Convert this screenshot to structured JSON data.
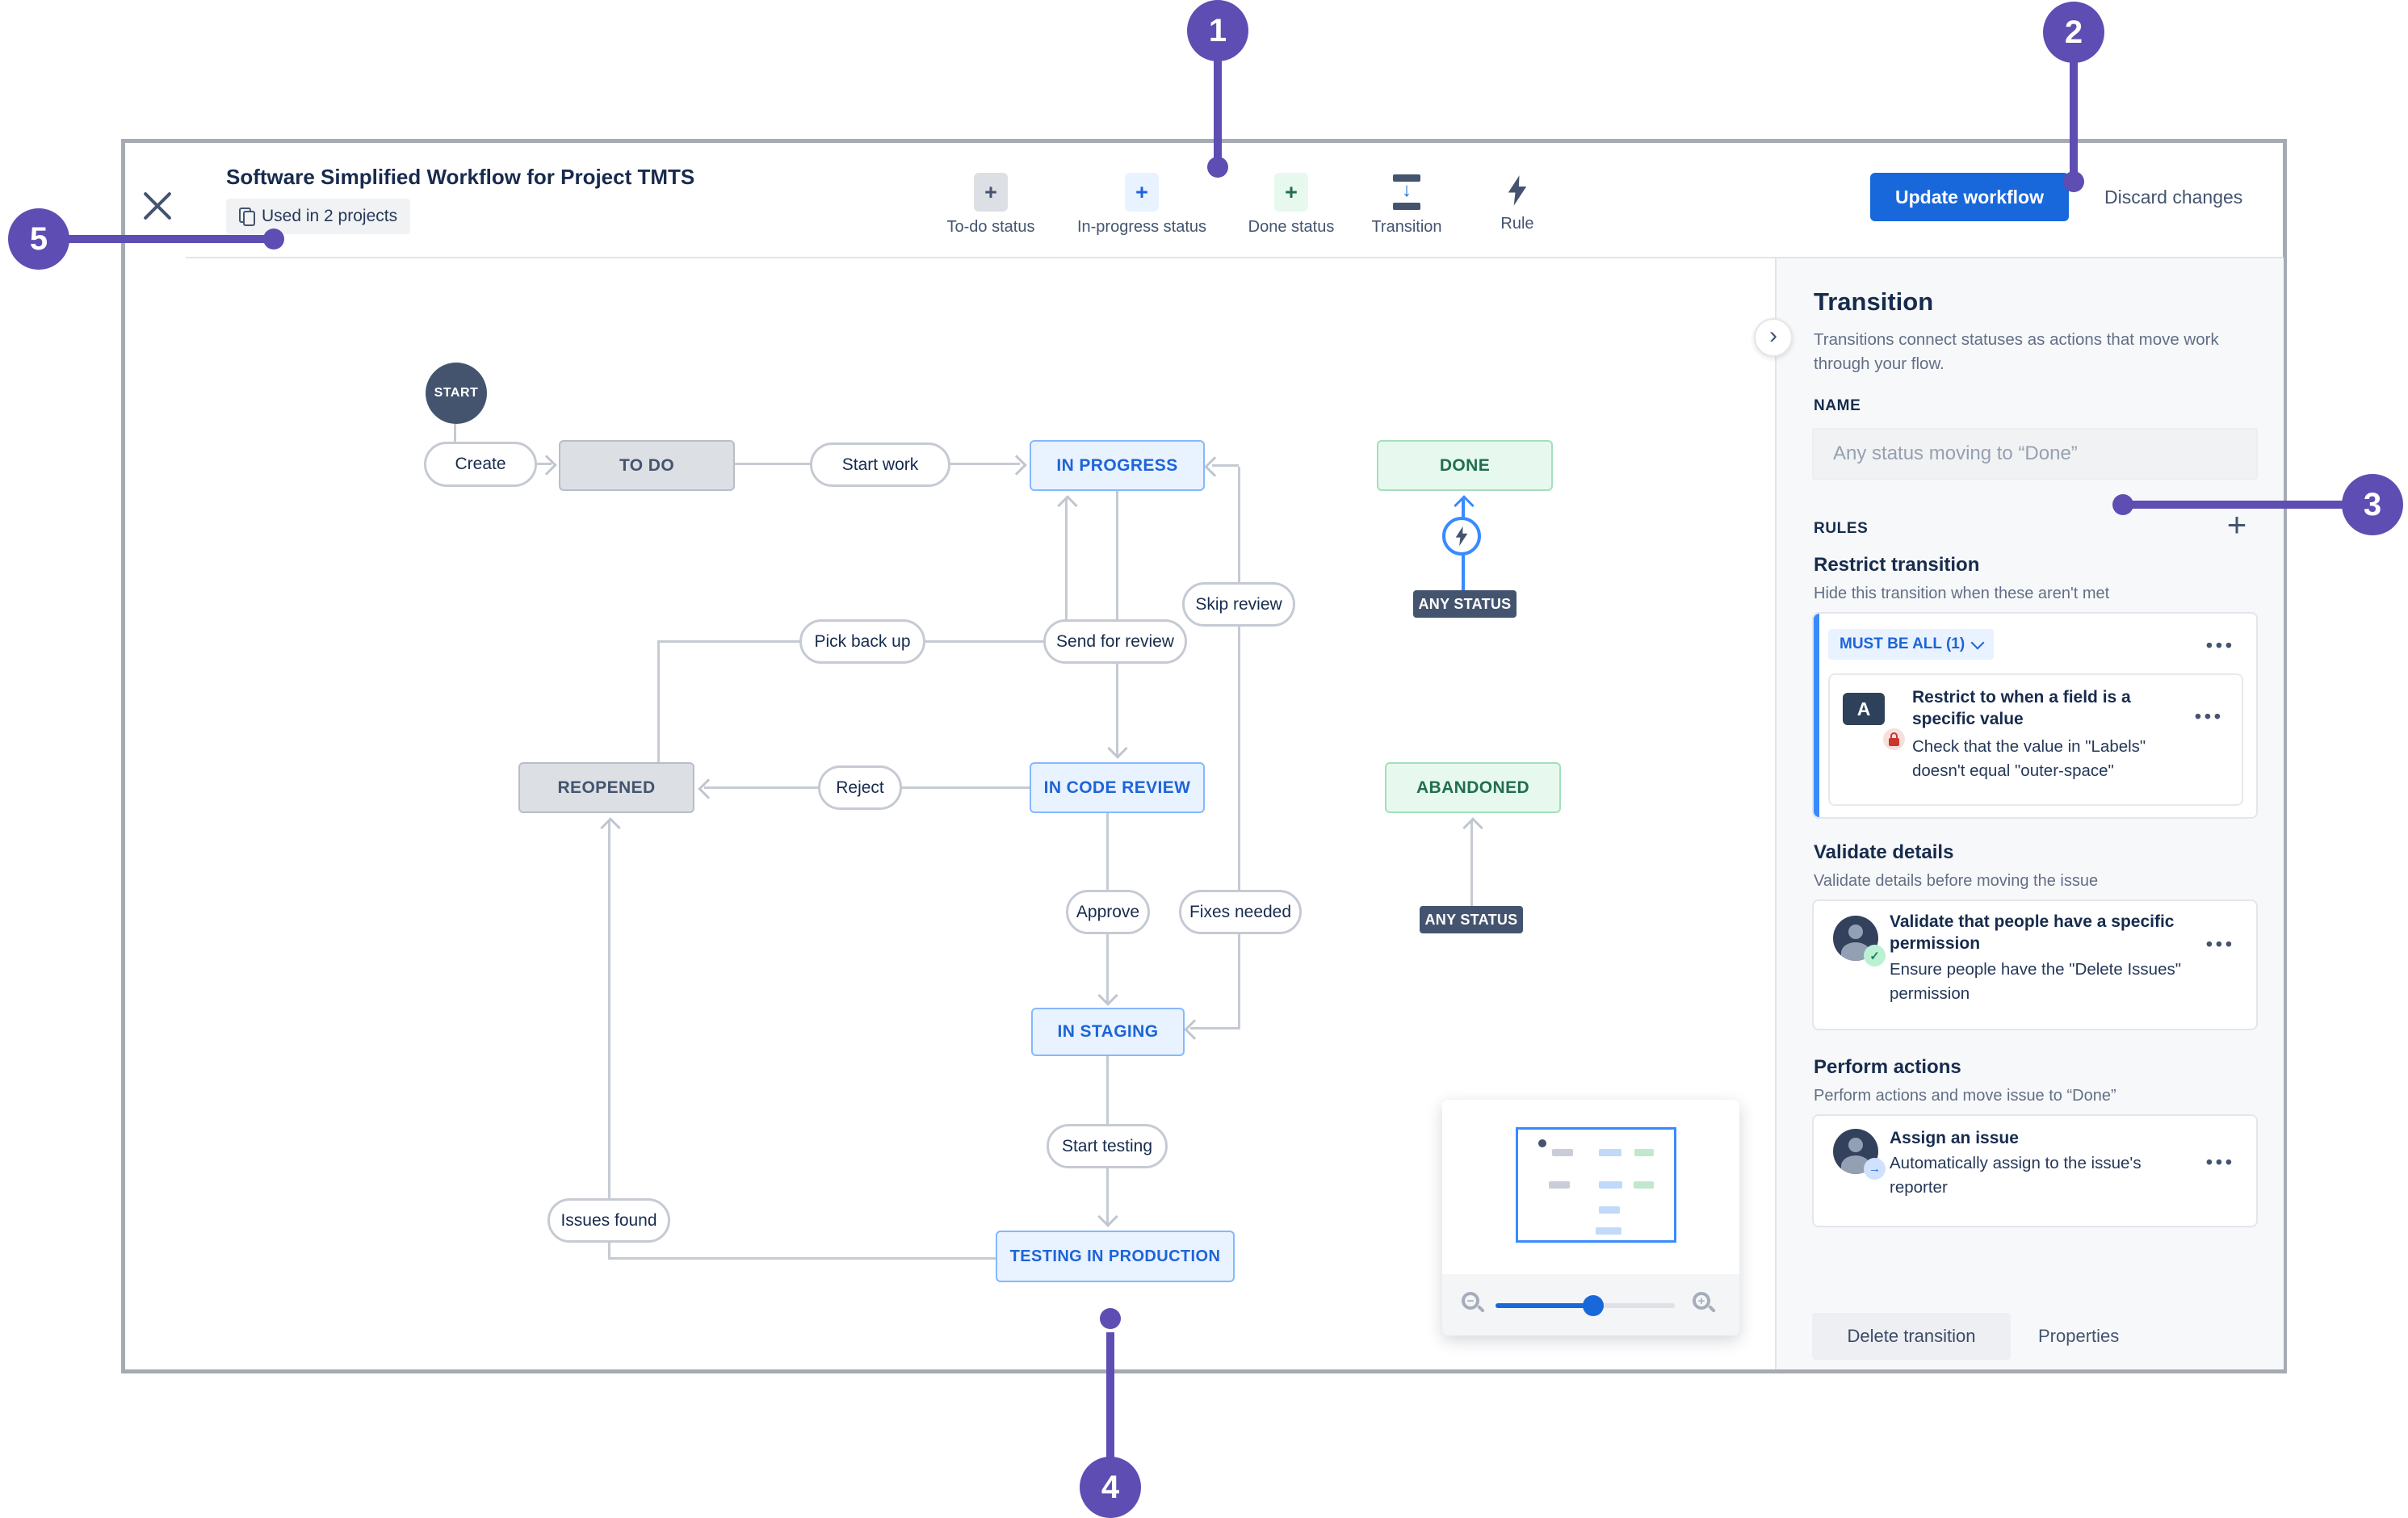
{
  "glyphs": {
    "plus": "+",
    "more": "•••",
    "check": "✓",
    "arrow_right": "→",
    "chevron_right": "›",
    "down_arrow": "↓",
    "minus": "−"
  },
  "callouts": {
    "one": "1",
    "two": "2",
    "three": "3",
    "four": "4",
    "five": "5"
  },
  "header": {
    "title": "Software Simplified Workflow for Project TMTS",
    "usage_badge": "Used in 2 projects",
    "toolbar": [
      {
        "label": "To-do status"
      },
      {
        "label": "In-progress status"
      },
      {
        "label": "Done status"
      },
      {
        "label": "Transition"
      },
      {
        "label": "Rule"
      }
    ],
    "update_button": "Update workflow",
    "discard_button": "Discard changes"
  },
  "diagram": {
    "start_label": "START",
    "any_status": "ANY STATUS",
    "statuses": [
      {
        "label": "TO DO",
        "type": "todo"
      },
      {
        "label": "IN PROGRESS",
        "type": "in-progress"
      },
      {
        "label": "DONE",
        "type": "done"
      },
      {
        "label": "REOPENED",
        "type": "todo"
      },
      {
        "label": "IN CODE REVIEW",
        "type": "in-progress"
      },
      {
        "label": "ABANDONED",
        "type": "done"
      },
      {
        "label": "IN STAGING",
        "type": "in-progress"
      },
      {
        "label": "TESTING IN PRODUCTION",
        "type": "in-progress"
      }
    ],
    "transitions": [
      "Create",
      "Start work",
      "Skip review",
      "Pick back up",
      "Send for review",
      "Reject",
      "Approve",
      "Fixes needed",
      "Start testing",
      "Issues found"
    ]
  },
  "panel": {
    "title": "Transition",
    "description": "Transitions connect statuses as actions that move work through your flow.",
    "name_label": "NAME",
    "name_placeholder": "Any status moving to “Done”",
    "rules_label": "RULES",
    "must_be_all": "MUST BE ALL (1)",
    "sections": [
      {
        "heading": "Restrict transition",
        "subheading": "Hide this transition when these aren't met"
      },
      {
        "heading": "Validate details",
        "subheading": "Validate details before moving the issue"
      },
      {
        "heading": "Perform actions",
        "subheading": "Perform actions and move issue to “Done”"
      }
    ],
    "rules": [
      {
        "title": "Restrict to when a field is a specific value",
        "description": "Check that the value in \"Labels\" doesn't equal \"outer-space\""
      },
      {
        "title": "Validate that people have a specific permission",
        "description": "Ensure people have the \"Delete Issues\" permission"
      },
      {
        "title": "Assign an issue",
        "description": "Automatically assign to the issue's reporter"
      }
    ],
    "footer": {
      "delete_button": "Delete transition",
      "properties_button": "Properties"
    }
  }
}
